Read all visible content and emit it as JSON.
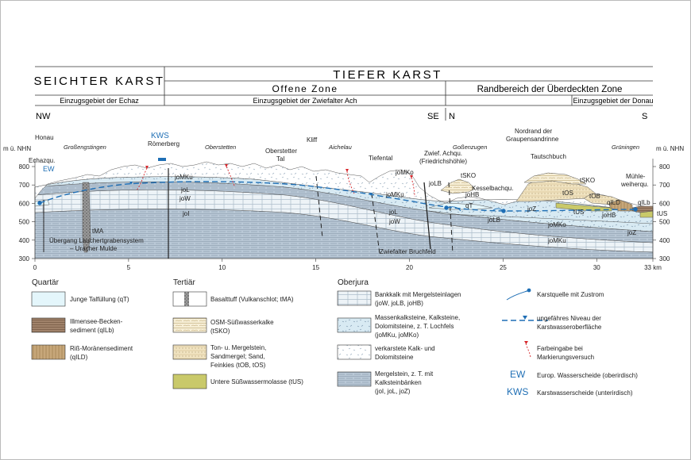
{
  "header": {
    "seichter": "SEICHTER KARST",
    "tiefer": "TIEFER KARST",
    "offene": "Offene Zone",
    "randbereich": "Randbereich der Überdeckten Zone",
    "eg_echaz": "Einzugsgebiet der Echaz",
    "eg_zwiefalter": "Einzugsgebiet der Zwiefalter Ach",
    "eg_donau": "Einzugsgebiet der Donau"
  },
  "directions": {
    "nw": "NW",
    "se_n": "SE",
    "n": "N",
    "s": "S"
  },
  "axis": {
    "y_title_left": "m ü. NHN",
    "y_title_right": "m ü. NHN",
    "y_ticks": [
      "300",
      "400",
      "500",
      "600",
      "700",
      "800"
    ],
    "x_ticks": [
      "0",
      "5",
      "10",
      "15",
      "20",
      "25",
      "30",
      "33 km"
    ]
  },
  "places": {
    "honau": "Honau",
    "grossengstingen": "Großengstingen",
    "echazqu": "Echazqu.",
    "ew": "EW",
    "kws": "KWS",
    "roemerberg": "Römerberg",
    "oberstetten": "Oberstetten",
    "oberstetter_tal": "Oberstetter",
    "oberstetter_tal2": "Tal",
    "kliff": "Kliff",
    "aichelau": "Aichelau",
    "tiefental": "Tiefental",
    "zwief_achqu": "Zwief. Achqu.",
    "friedrichshoehle": "(Friedrichshöhle)",
    "gossenzugen": "Goßenzugen",
    "nordrand1": "Nordrand der",
    "nordrand2": "Graupensandrinne",
    "tautschbuch": "Tautschbuch",
    "kesselbachqu": "Kesselbachqu.",
    "grueningen": "Grüningen",
    "muehle1": "Mühle-",
    "muehle2": "weiherqu.",
    "uebergang1": "Übergang Lauchertgrabensystem",
    "uebergang2": "– Uracher Mulde",
    "zwiefalter_bruchfeld": "Zwiefalter Bruchfeld"
  },
  "units": {
    "joMKu_a": "joMKu",
    "joL_a": "joL",
    "joW_a": "joW",
    "joI_a": "joI",
    "tMA": "tMA",
    "joMKo": "joMKo",
    "joMKu_b": "joMKu",
    "joL_b": "joL",
    "joW_b": "joW",
    "joLB": "joLB",
    "joHB": "joHB",
    "tSKO_a": "tSKO",
    "qT": "qT",
    "joLB_b": "joLB",
    "joZ": "joZ",
    "tOS": "tOS",
    "tSKO_b": "tSKO",
    "tOB": "tOB",
    "tUS_a": "tUS",
    "joHB_b": "joHB",
    "qILD": "qILD",
    "qILb": "qILb",
    "tUS_b": "tUS",
    "joMKo_b": "joMKo",
    "joMKu_c": "joMKu",
    "joZ_b": "joZ"
  },
  "legend": {
    "quartaer": "Quartär",
    "tertiaer": "Tertiär",
    "oberjura": "Oberjura",
    "q1": "Junge Talfüllung (qT)",
    "q2a": "Illmensee-Becken-",
    "q2b": "sediment (qILb)",
    "q3a": "Riß-Moränensediment",
    "q3b": "(qILD)",
    "t1": "Basalttuff (Vulkanschlot; tMA)",
    "t2a": "OSM-Süßwasserkalke",
    "t2b": "(tSKO)",
    "t3a": "Ton- u. Mergelstein,",
    "t3b": "Sandmergel; Sand,",
    "t3c": "Feinkies (tOB, tOS)",
    "t4": "Untere Süßwassermolasse (tUS)",
    "o1a": "Bankkalk mit Mergelsteinlagen",
    "o1b": "(joW, joLB, joHB)",
    "o2a": "Massenkalksteine, Kalksteine,",
    "o2b": "Dolomitsteine, z. T. Lochfels",
    "o2c": "(joMKu, joMKo)",
    "o3a": "verkarstete Kalk- und",
    "o3b": "Dolomitsteine",
    "o4a": "Mergelstein, z. T. mit",
    "o4b": "Kalksteinbänken",
    "o4c": "(joI, joL, joZ)",
    "s1": "Karstquelle mit Zustrom",
    "s2a": "ungefähres Niveau der",
    "s2b": "Karstwasseroberfläche",
    "s3a": "Farbeingabe bei",
    "s3b": "Markierungsversuch",
    "ew": "EW",
    "ew_text": "Europ. Wasserscheide (oberirdisch)",
    "kws": "KWS",
    "kws_text": "Karstwasserscheide (unterirdisch)"
  },
  "colors": {
    "talfuellung": "#e4f6fb",
    "massenkalk": "#d4e8f2",
    "bankkalk": "#e9f0f5",
    "mergel": "#b9c8d6",
    "molasse_green": "#c9c96a",
    "illmensee": "#a0826a",
    "moraene": "#c7a77a",
    "tertiary_sand": "#f0e3c2",
    "karst_blue": "#1f6fb5",
    "tracer_red": "#d7262b"
  }
}
